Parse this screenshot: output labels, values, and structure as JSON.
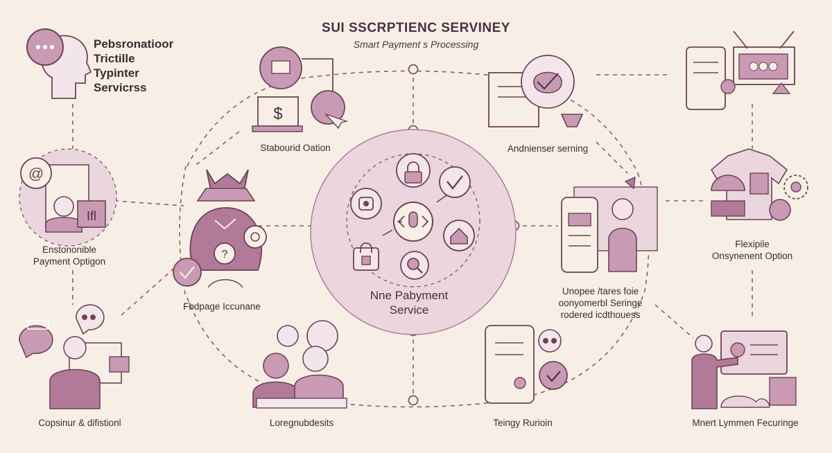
{
  "header": {
    "title": "SUI SSCRPTIENC SERVINEY",
    "subtitle": "Smart Payment s Processing"
  },
  "hub": {
    "label_line1": "Nne Pabyment",
    "label_line2": "Service"
  },
  "nodes": {
    "top_left": {
      "line1": "Pebsronatioor",
      "line2": "Trictille",
      "line3": "Typinter",
      "line4": "Servicrss"
    },
    "stabourid": {
      "label": "Stabourid Oation"
    },
    "andnienser": {
      "label": "Andnienser serning"
    },
    "enstononible": {
      "line1": "Enstononible",
      "line2": "Payment Optigon"
    },
    "fbdpage": {
      "label": "Fbdpage Iccunane"
    },
    "flexible": {
      "line1": "Flexipile",
      "line2": "Onsynenent Option"
    },
    "unopee": {
      "line1": "Unopee /tares foie",
      "line2": "oonyomerbl Seringe",
      "line3": "rodered icdthouess"
    },
    "copsinur": {
      "label": "Copsinur & difistionl"
    },
    "loregnu": {
      "label": "Loregnubdesits"
    },
    "teingy": {
      "label": "Teingy Rurioin"
    },
    "mnert": {
      "label": "Mnert Lymmen Fecuringe"
    }
  },
  "colors": {
    "background": "#f7efe6",
    "accent": "#b07a98",
    "accent_light": "#ead6dc",
    "line": "#8a5a72",
    "text": "#3d2a33"
  }
}
